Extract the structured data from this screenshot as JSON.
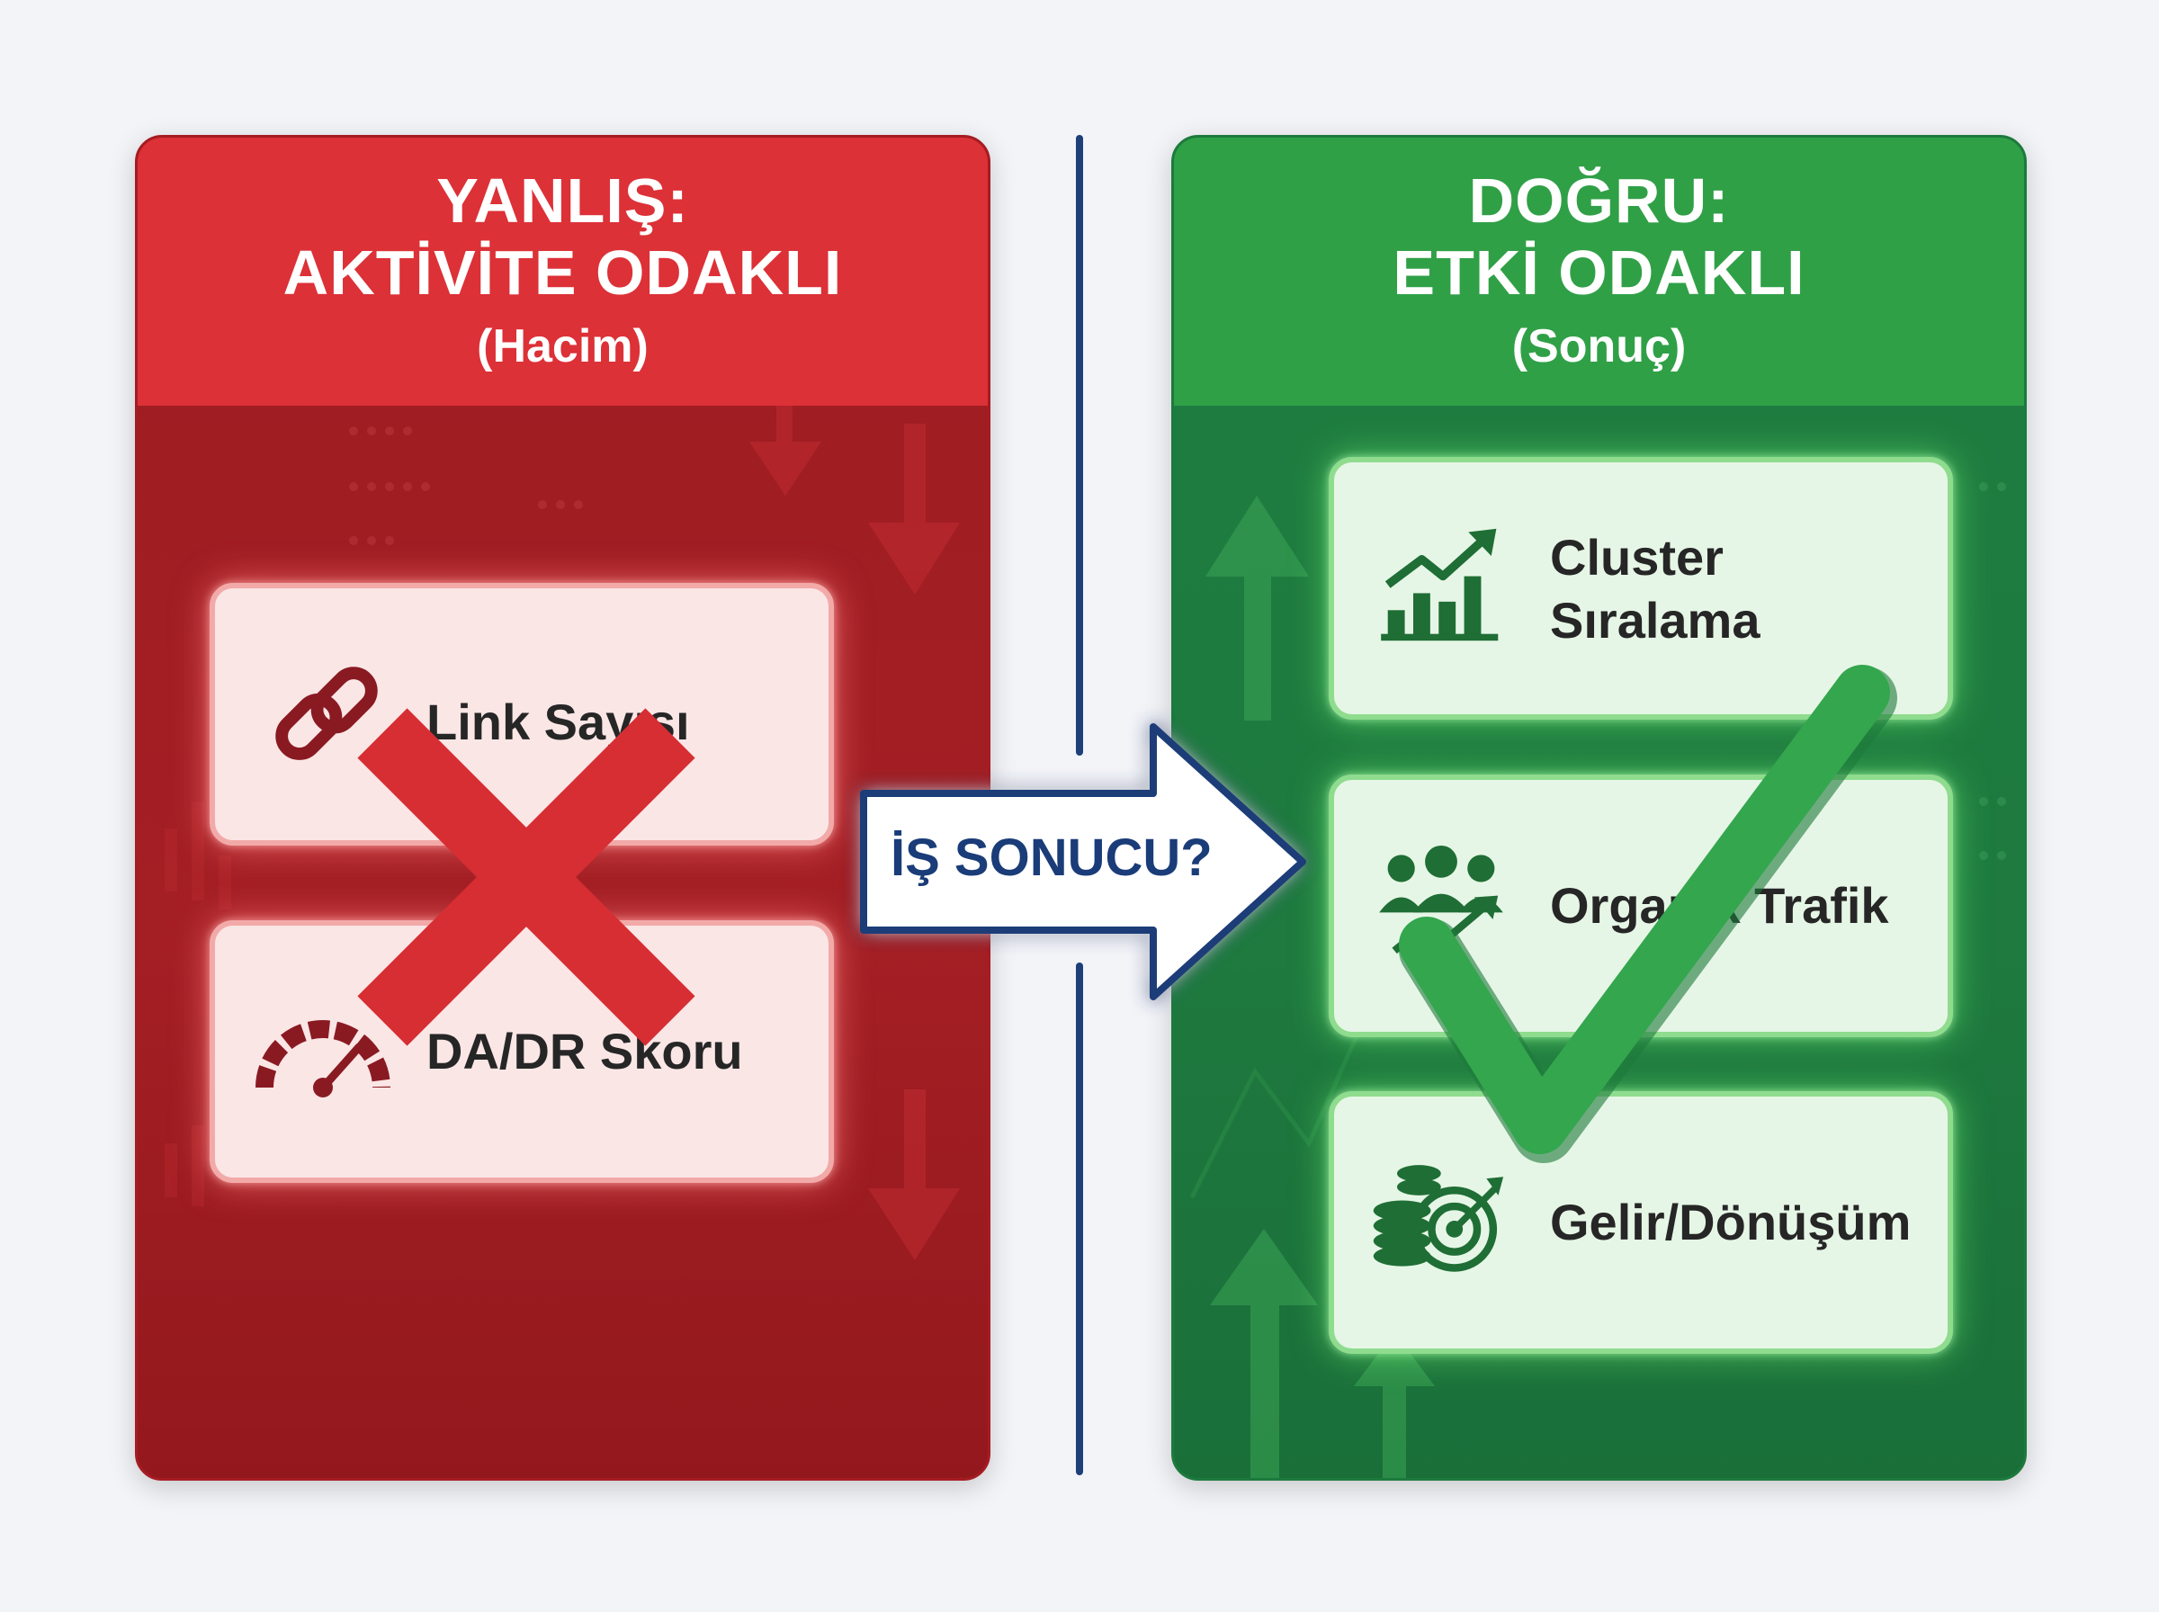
{
  "left_panel": {
    "title_line1": "YANLIŞ:",
    "title_line2": "AKTİVİTE ODAKLI",
    "subtitle": "(Hacim)",
    "items": [
      {
        "label": "Link Sayısı",
        "icon": "chain-link-icon"
      },
      {
        "label": "DA/DR Skoru",
        "icon": "speedometer-gauge-icon"
      }
    ],
    "mark": "red-cross-icon",
    "color": "#dc3137"
  },
  "right_panel": {
    "title_line1": "DOĞRU:",
    "title_line2": "ETKİ ODAKLI",
    "subtitle": "(Sonuç)",
    "items": [
      {
        "label_line1": "Cluster",
        "label_line2": "Sıralama",
        "icon": "growth-chart-icon"
      },
      {
        "label": "Organik Trafik",
        "icon": "audience-growth-icon"
      },
      {
        "label": "Gelir/Dönüşüm",
        "icon": "coins-target-icon"
      }
    ],
    "mark": "green-checkmark-icon",
    "color": "#30a047"
  },
  "center_arrow": {
    "label": "İŞ SONUCU?",
    "color": "#1a3c78"
  }
}
